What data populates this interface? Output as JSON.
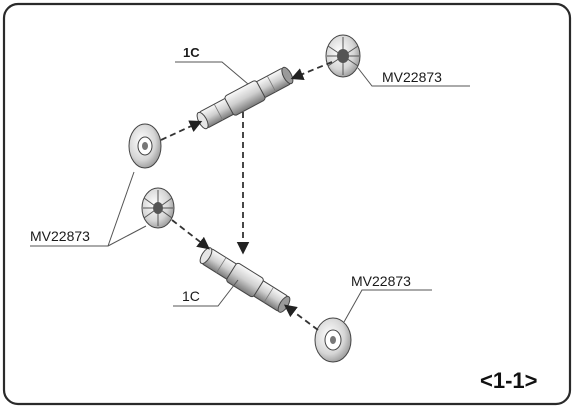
{
  "diagram": {
    "top_group": {
      "shaft_label": "1C",
      "seal_right_label": "MV22873"
    },
    "left_callout_label": "MV22873",
    "bottom_group": {
      "shaft_label": "1C",
      "seal_right_label": "MV22873"
    },
    "figure_id": "<1-1>"
  },
  "colors": {
    "frame": "#2a2a2a",
    "part_light": "#f2f2f2",
    "part_mid": "#bdbdbd",
    "part_dark": "#6e6e6e"
  }
}
